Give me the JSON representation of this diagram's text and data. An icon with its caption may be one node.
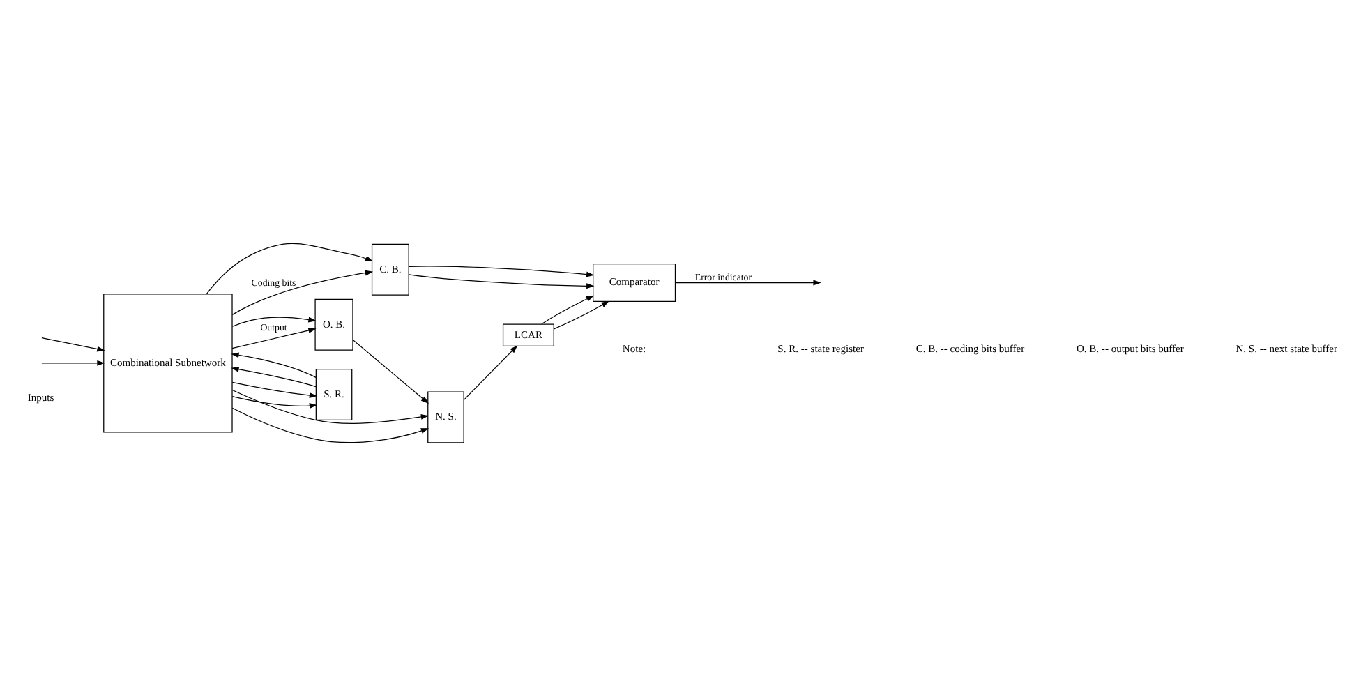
{
  "diagram": {
    "nodes": [
      {
        "text": [
          "Combinational Subnetwork"
        ]
      },
      {
        "text": [
          "C. B."
        ]
      },
      {
        "text": [
          "O. B."
        ]
      },
      {
        "text": [
          "S. R."
        ]
      },
      {
        "text": [
          "N. S."
        ]
      },
      {
        "text": [
          "Comparator"
        ]
      },
      {
        "text": [
          "LCAR"
        ]
      }
    ],
    "edges": [
      {
        "from": null,
        "to": 0,
        "arrow": "to"
      },
      {
        "from": null,
        "to": 0,
        "arrow": "to"
      },
      {
        "from": 0,
        "to": 1,
        "arrow": "to"
      },
      {
        "from": 0,
        "to": 1,
        "arrow": "to",
        "label": "Coding bits"
      },
      {
        "from": 0,
        "to": 2,
        "arrow": "to"
      },
      {
        "from": 0,
        "to": 2,
        "arrow": "to",
        "label": "Output"
      },
      {
        "from": 0,
        "to": 3,
        "arrow": "to"
      },
      {
        "from": 0,
        "to": 3,
        "arrow": "to"
      },
      {
        "from": 0,
        "to": 4,
        "arrow": "to"
      },
      {
        "from": 0,
        "to": 4,
        "arrow": "to"
      },
      {
        "from": 3,
        "to": 0,
        "arrow": "to"
      },
      {
        "from": 3,
        "to": 0,
        "arrow": "to"
      },
      {
        "from": 1,
        "to": 5,
        "arrow": "to"
      },
      {
        "from": 1,
        "to": 5,
        "arrow": "to"
      },
      {
        "from": 2,
        "to": 4,
        "arrow": "to"
      },
      {
        "from": 4,
        "to": 6,
        "arrow": "to"
      },
      {
        "from": 6,
        "to": 5,
        "arrow": "to"
      },
      {
        "from": 6,
        "to": 5,
        "arrow": "to"
      },
      {
        "from": 5,
        "to": null,
        "arrow": "to",
        "label": "Error indicator"
      }
    ],
    "labels": [
      "Inputs",
      "Note:",
      "S. R. -- state register",
      "C. B. -- coding bits buffer",
      "O. B. -- output bits buffer",
      "N. S. -- next state buffer"
    ]
  }
}
